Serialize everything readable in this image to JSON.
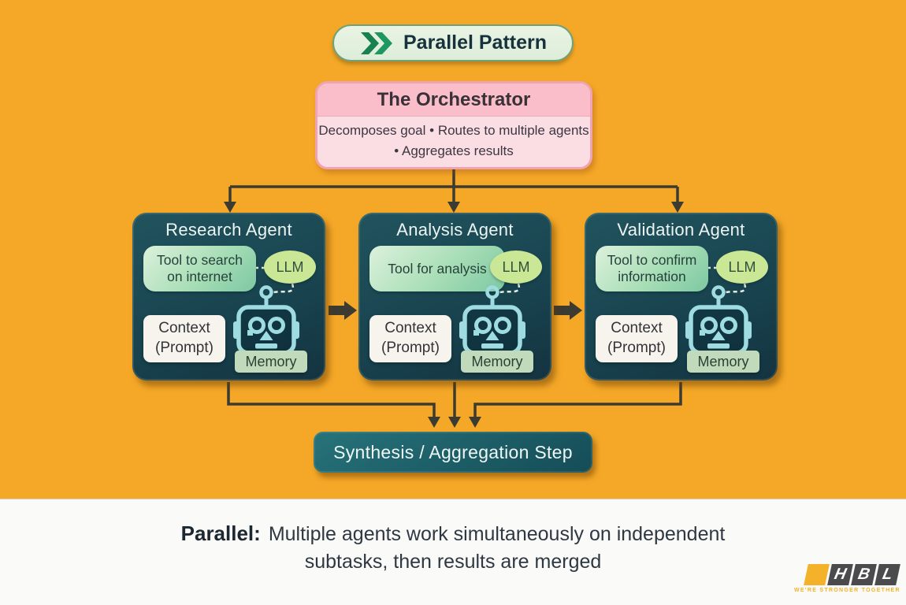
{
  "badge": {
    "label": "Parallel Pattern",
    "icon": "double-chevron-right"
  },
  "orchestrator": {
    "title": "The Orchestrator",
    "line1": "Decomposes goal • Routes to multiple agents",
    "line2": "• Aggregates results"
  },
  "agents": [
    {
      "title": "Research Agent",
      "tool": "Tool to search on internet",
      "llm_label": "LLM",
      "context_label": "Context (Prompt)",
      "memory_label": "Memory"
    },
    {
      "title": "Analysis Agent",
      "tool": "Tool for analysis",
      "llm_label": "LLM",
      "context_label": "Context (Prompt)",
      "memory_label": "Memory"
    },
    {
      "title": "Validation Agent",
      "tool": "Tool to confirm information",
      "llm_label": "LLM",
      "context_label": "Context (Prompt)",
      "memory_label": "Memory"
    }
  ],
  "synthesis": {
    "label": "Synthesis / Aggregation Step"
  },
  "caption": {
    "lead": "Parallel:",
    "line1": "Multiple agents work simultaneously on independent",
    "line2": "subtasks, then results are merged"
  },
  "logo": {
    "letters": [
      "H",
      "B",
      "L"
    ],
    "tagline": "WE'RE STRONGER TOGETHER"
  },
  "colors": {
    "background": "#F5A827",
    "agent_card": "#1B4A55",
    "orchestrator_header": "#F9BEC9",
    "orchestrator_body": "#FBDEE3",
    "badge_fill": "#E3F0DF",
    "badge_border": "#6FA279",
    "tool_chip_green": "#A8DEB6",
    "llm_oval": "#C9E795",
    "context_chip": "#F6F4ED",
    "memory_chip": "#C0DABB",
    "robot_cyan": "#9EDCE2",
    "synthesis_teal": "#1E616C",
    "arrow": "#3B3B32",
    "caption_bg": "#FAFAF8",
    "logo_yellow": "#F3B229",
    "logo_dark": "#4B4B4D"
  }
}
